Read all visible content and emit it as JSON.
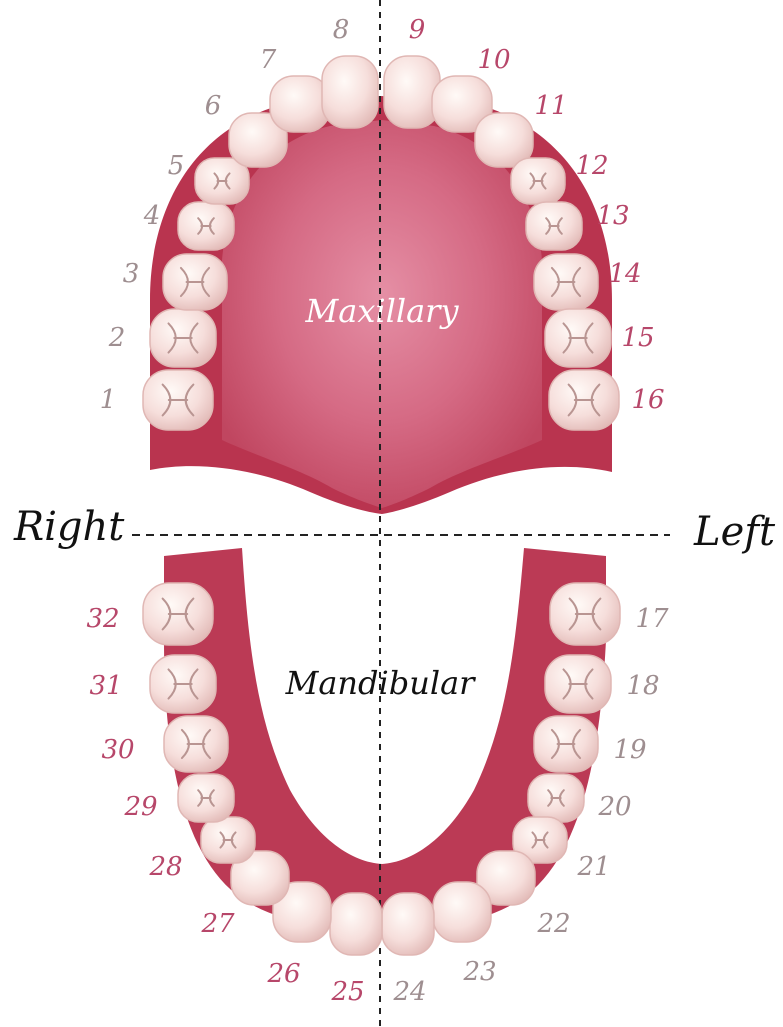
{
  "sides": {
    "right": "Right",
    "left": "Left"
  },
  "arches": {
    "upper": "Maxillary",
    "lower": "Mandibular"
  },
  "colors": {
    "gum_dark": "#b8364f",
    "gum_mid": "#c94a64",
    "palate_light": "#e28aa0",
    "tooth_fill": "#f6dedb",
    "tooth_shadow": "#e0b7b4",
    "number_grey": "#9e8e90",
    "number_pink": "#b7476a"
  },
  "upper_teeth": [
    {
      "n": "1",
      "color": "grey",
      "icon": "molar-icon"
    },
    {
      "n": "2",
      "color": "grey",
      "icon": "molar-icon"
    },
    {
      "n": "3",
      "color": "grey",
      "icon": "molar-icon"
    },
    {
      "n": "4",
      "color": "grey",
      "icon": "premolar-icon"
    },
    {
      "n": "5",
      "color": "grey",
      "icon": "premolar-icon"
    },
    {
      "n": "6",
      "color": "grey",
      "icon": "canine-icon"
    },
    {
      "n": "7",
      "color": "grey",
      "icon": "incisor-icon"
    },
    {
      "n": "8",
      "color": "grey",
      "icon": "incisor-icon"
    },
    {
      "n": "9",
      "color": "pink",
      "icon": "incisor-icon"
    },
    {
      "n": "10",
      "color": "pink",
      "icon": "incisor-icon"
    },
    {
      "n": "11",
      "color": "pink",
      "icon": "canine-icon"
    },
    {
      "n": "12",
      "color": "pink",
      "icon": "premolar-icon"
    },
    {
      "n": "13",
      "color": "pink",
      "icon": "premolar-icon"
    },
    {
      "n": "14",
      "color": "pink",
      "icon": "molar-icon"
    },
    {
      "n": "15",
      "color": "pink",
      "icon": "molar-icon"
    },
    {
      "n": "16",
      "color": "pink",
      "icon": "molar-icon"
    }
  ],
  "lower_teeth": [
    {
      "n": "17",
      "color": "grey",
      "icon": "molar-icon"
    },
    {
      "n": "18",
      "color": "grey",
      "icon": "molar-icon"
    },
    {
      "n": "19",
      "color": "grey",
      "icon": "molar-icon"
    },
    {
      "n": "20",
      "color": "grey",
      "icon": "premolar-icon"
    },
    {
      "n": "21",
      "color": "grey",
      "icon": "premolar-icon"
    },
    {
      "n": "22",
      "color": "grey",
      "icon": "canine-icon"
    },
    {
      "n": "23",
      "color": "grey",
      "icon": "incisor-icon"
    },
    {
      "n": "24",
      "color": "grey",
      "icon": "incisor-icon"
    },
    {
      "n": "25",
      "color": "pink",
      "icon": "incisor-icon"
    },
    {
      "n": "26",
      "color": "pink",
      "icon": "incisor-icon"
    },
    {
      "n": "27",
      "color": "pink",
      "icon": "canine-icon"
    },
    {
      "n": "28",
      "color": "pink",
      "icon": "premolar-icon"
    },
    {
      "n": "29",
      "color": "pink",
      "icon": "premolar-icon"
    },
    {
      "n": "30",
      "color": "pink",
      "icon": "molar-icon"
    },
    {
      "n": "31",
      "color": "pink",
      "icon": "molar-icon"
    },
    {
      "n": "32",
      "color": "pink",
      "icon": "molar-icon"
    }
  ]
}
